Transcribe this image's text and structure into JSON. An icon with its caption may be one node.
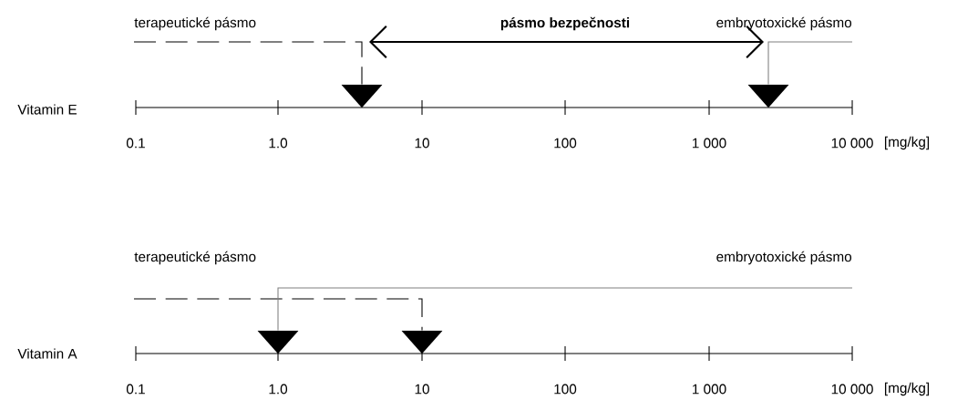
{
  "diagram": {
    "nodes": [
      {
        "text": [
          "terapeutické pásmo"
        ]
      },
      {
        "text": [],
        "shape": "triangle"
      },
      {
        "text": [
          "embryotoxické pásmo"
        ]
      },
      {
        "text": [],
        "shape": "triangle"
      },
      {
        "text": [
          "terapeutické pásmo"
        ]
      },
      {
        "text": [],
        "shape": "triangle"
      },
      {
        "text": [
          "embryotoxické pásmo"
        ]
      },
      {
        "text": [],
        "shape": "triangle"
      }
    ],
    "edges": [
      {
        "from": 0,
        "to": 1,
        "arrow": "none",
        "style": "dashed"
      },
      {
        "from": 2,
        "to": 3,
        "arrow": "none",
        "color": "#808080"
      },
      {
        "from": 4,
        "to": 5,
        "arrow": "none",
        "style": "dashed"
      },
      {
        "from": 6,
        "to": 7,
        "arrow": "none",
        "color": "#808080"
      }
    ],
    "labels": [
      "pásmo bezpečnosti",
      "Vitamin E",
      "0.1",
      "1.0",
      "10",
      "100",
      "1 000",
      "10 000",
      "[mg/kg]",
      "Vitamin A",
      "0.1",
      "1.0",
      "10",
      "100",
      "1 000",
      "10 000",
      "[mg/kg]"
    ]
  }
}
